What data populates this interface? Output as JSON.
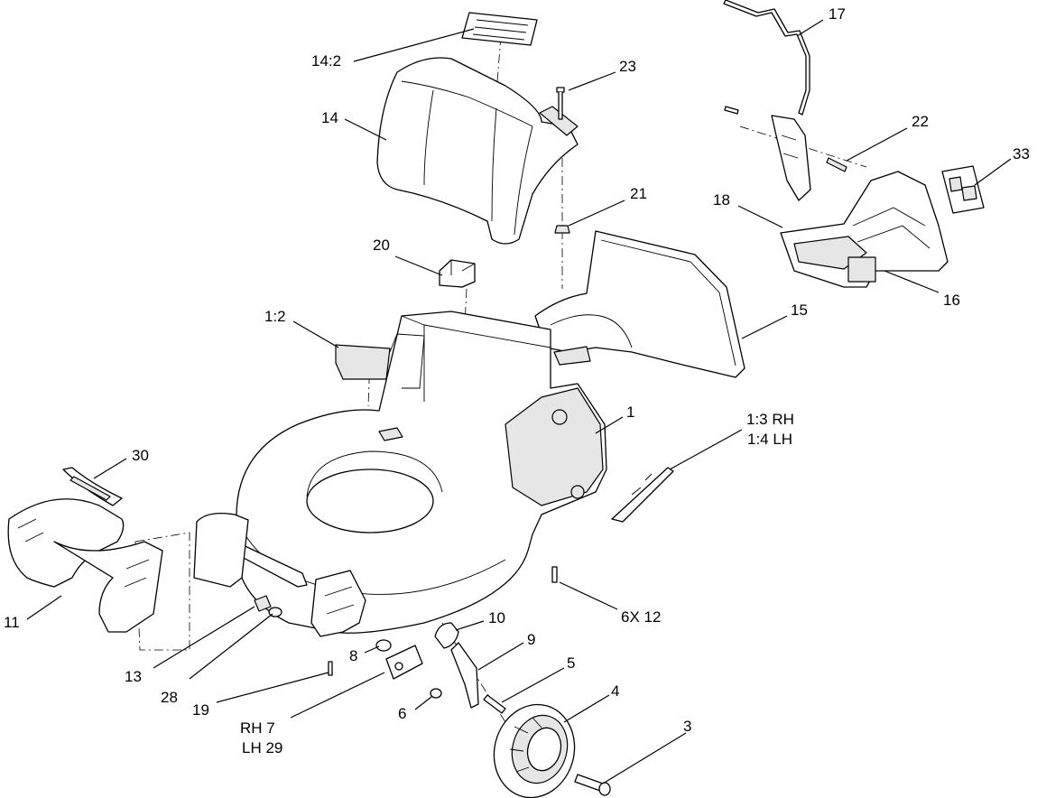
{
  "callouts": {
    "c14_2": "14:2",
    "c23": "23",
    "c17": "17",
    "c14": "14",
    "c22": "22",
    "c33": "33",
    "c21": "21",
    "c18": "18",
    "c20": "20",
    "c16": "16",
    "c15": "15",
    "c1_2": "1:2",
    "c1": "1",
    "c1_3": "1:3 RH",
    "c1_4": "1:4 LH",
    "c30": "30",
    "c11": "11",
    "c6x12": "6X 12",
    "c10": "10",
    "c9": "9",
    "c13": "13",
    "c8": "8",
    "c5": "5",
    "c28": "28",
    "c4": "4",
    "c19": "19",
    "c6": "6",
    "c3": "3",
    "c_rh7": "RH 7",
    "c_lh29": "LH 29"
  }
}
